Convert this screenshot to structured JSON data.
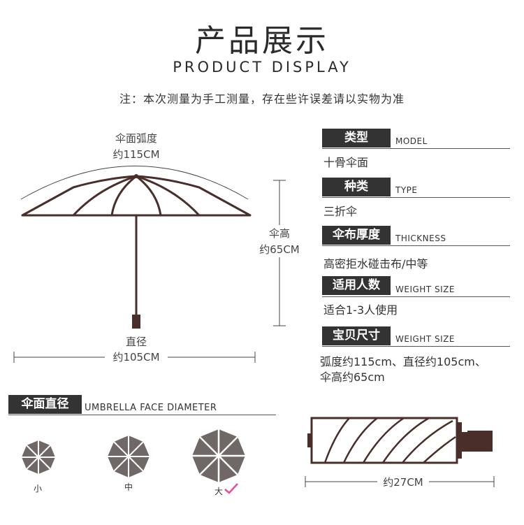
{
  "header": {
    "title_cn": "产品展示",
    "title_en": "PRODUCT DISPLAY",
    "note": "注：本次测量为手工测量，存在些许误差请以实物为准"
  },
  "diagram": {
    "arc_label": "伞面弧度",
    "arc_value": "约115CM",
    "height_label": "伞高",
    "height_value": "约65CM",
    "diameter_label": "直径",
    "diameter_value": "约105CM",
    "folded_value": "约27CM"
  },
  "specs": [
    {
      "label": "类型",
      "en": "MODEL",
      "value": "十骨伞面"
    },
    {
      "label": "种类",
      "en": "TYPE",
      "value": "三折伞"
    },
    {
      "label": "伞布厚度",
      "en": "THICKNESS",
      "value": "高密拒水碰击布/中等"
    },
    {
      "label": "适用人数",
      "en": "WEIGHT SIZE",
      "value": "适合1-3人使用"
    },
    {
      "label": "宝贝尺寸",
      "en": "WEIGHT SIZE",
      "value": "弧度约115cm、直径约105cm、",
      "value2": "伞高约65cm"
    }
  ],
  "face": {
    "label": "伞面直径",
    "en": "UMBRELLA FACE DIAMETER",
    "sizes": [
      {
        "label": "小",
        "selected": false
      },
      {
        "label": "中",
        "selected": false
      },
      {
        "label": "大",
        "selected": true
      }
    ]
  },
  "colors": {
    "frame": "#4a2e2a",
    "dark": "#333333",
    "face_gray": "#6f6866",
    "check": "#e04fa0"
  },
  "icons": [
    "umbrella-open-icon",
    "umbrella-top-icon",
    "umbrella-folded-icon",
    "checkmark-icon"
  ]
}
